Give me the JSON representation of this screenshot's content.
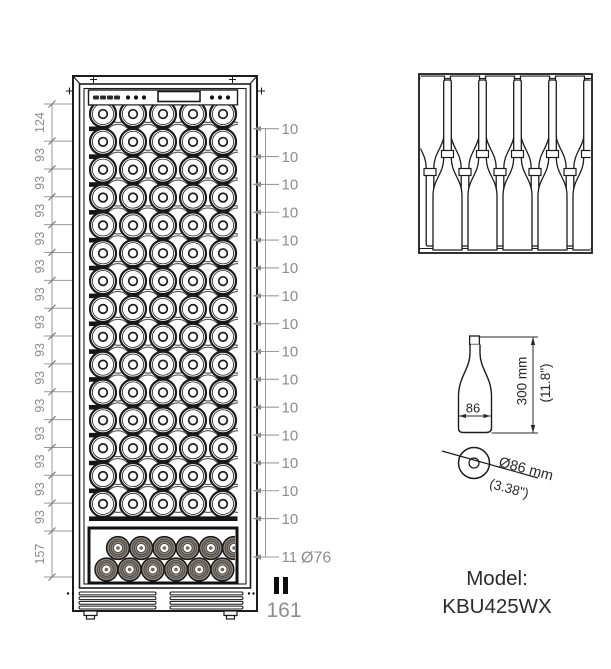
{
  "front_view": {
    "left_dimension_labels": [
      "124",
      "93",
      "93",
      "93",
      "93",
      "93",
      "93",
      "93",
      "93",
      "93",
      "93",
      "93",
      "93",
      "93",
      "93",
      "157"
    ],
    "shelf_dimension_labels": [
      "10",
      "10",
      "10",
      "10",
      "10",
      "10",
      "10",
      "10",
      "10",
      "10",
      "10",
      "10",
      "10",
      "10",
      "10"
    ],
    "bottom_shelf_dimension": "11",
    "bottle_diameter": "Ø76",
    "depth_dimension": "161",
    "bottles_per_shelf": 5,
    "compartment_top_row_bottles": 6,
    "compartment_bottom_row_bottles": 6
  },
  "top_view": {
    "bottles_neck_down": 5,
    "bottles_neck_up": 5
  },
  "bottle_detail": {
    "body_width": "86",
    "height_metric": "300 mm",
    "height_imperial": "(11.8\")",
    "diameter_metric": "Ø86 mm",
    "diameter_imperial": "(3.38\")"
  },
  "model": {
    "label": "Model:",
    "value": "KBU425WX"
  },
  "colors": {
    "line": "#1c1c1c",
    "dim_gray": "#8d8d8d",
    "shelf_black": "#151515",
    "compartment_bottle": "#8f8780",
    "background": "#ffffff"
  }
}
